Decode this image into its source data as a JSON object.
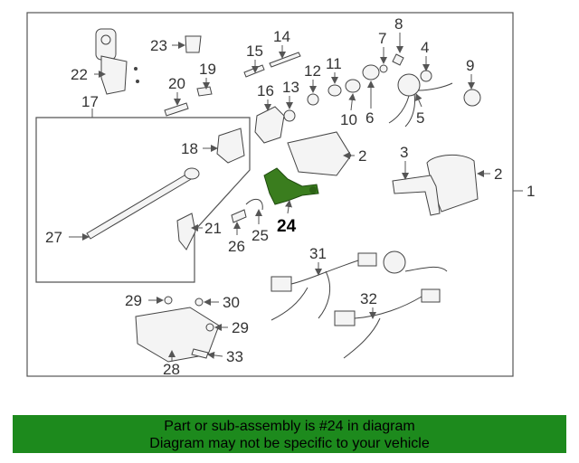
{
  "diagram": {
    "highlight_color": "#3a7d1e",
    "frame_color": "#555555",
    "callouts": {
      "1": "1",
      "2": "2",
      "2b": "2",
      "3": "3",
      "4": "4",
      "5": "5",
      "6": "6",
      "7": "7",
      "8": "8",
      "9": "9",
      "10": "10",
      "11": "11",
      "12": "12",
      "13": "13",
      "14": "14",
      "15": "15",
      "16": "16",
      "17": "17",
      "18": "18",
      "19": "19",
      "20": "20",
      "21": "21",
      "22": "22",
      "23": "23",
      "24": "24",
      "25": "25",
      "26": "26",
      "27": "27",
      "28": "28",
      "29": "29",
      "29b": "29",
      "30": "30",
      "31": "31",
      "32": "32",
      "33": "33"
    }
  },
  "note": {
    "background": "#1d8a1d",
    "line1": "Part or sub-assembly is #24 in diagram",
    "line2": "Diagram may not be specific to your vehicle"
  }
}
